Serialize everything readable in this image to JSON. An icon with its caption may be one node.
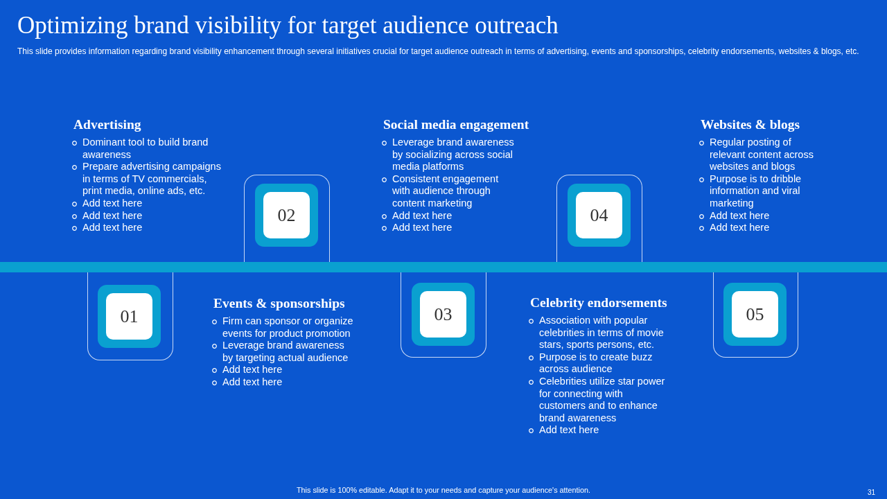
{
  "diagram": {
    "title": "Optimizing brand visibility for target audience outreach",
    "nodes": [
      {
        "text": [
          "01"
        ],
        "beside": [
          "Advertising",
          "Dominant tool to build brand awareness",
          "Prepare advertising campaigns in terms of TV commercials, print media, online ads, etc.",
          "Add text here",
          "Add text here",
          "Add text here"
        ]
      },
      {
        "text": [
          "02"
        ],
        "beside": [
          "Events & sponsorships",
          "Firm can sponsor or organize events for product promotion",
          "Leverage brand awareness by targeting actual audience",
          "Add text here",
          "Add text here"
        ]
      },
      {
        "text": [
          "03"
        ],
        "beside": [
          "Social media engagement",
          "Leverage brand awareness by socializing across social media platforms",
          "Consistent engagement with audience through content marketing",
          "Add text here",
          "Add text here"
        ]
      },
      {
        "text": [
          "04"
        ],
        "beside": [
          "Celebrity endorsements",
          "Association with popular celebrities in terms of movie stars, sports persons, etc.",
          "Purpose is to create buzz across audience",
          "Celebrities utilize star power for connecting with customers and to enhance brand awareness",
          "Add text here"
        ]
      },
      {
        "text": [
          "05"
        ],
        "beside": [
          "Websites & blogs",
          "Regular posting of relevant content across websites and blogs",
          "Purpose is to dribble information and viral marketing",
          "Add text here",
          "Add text here"
        ]
      },
      {
        "text": [],
        "shape": "bar"
      }
    ],
    "labels": [
      "This slide provides information regarding brand visibility enhancement through several initiatives crucial for target audience outreach in terms of advertising, events and sponsorships, celebrity endorsements, websites & blogs, etc.",
      "This slide is 100% editable. Adapt it to your needs and capture your audience's attention.",
      "31"
    ]
  }
}
